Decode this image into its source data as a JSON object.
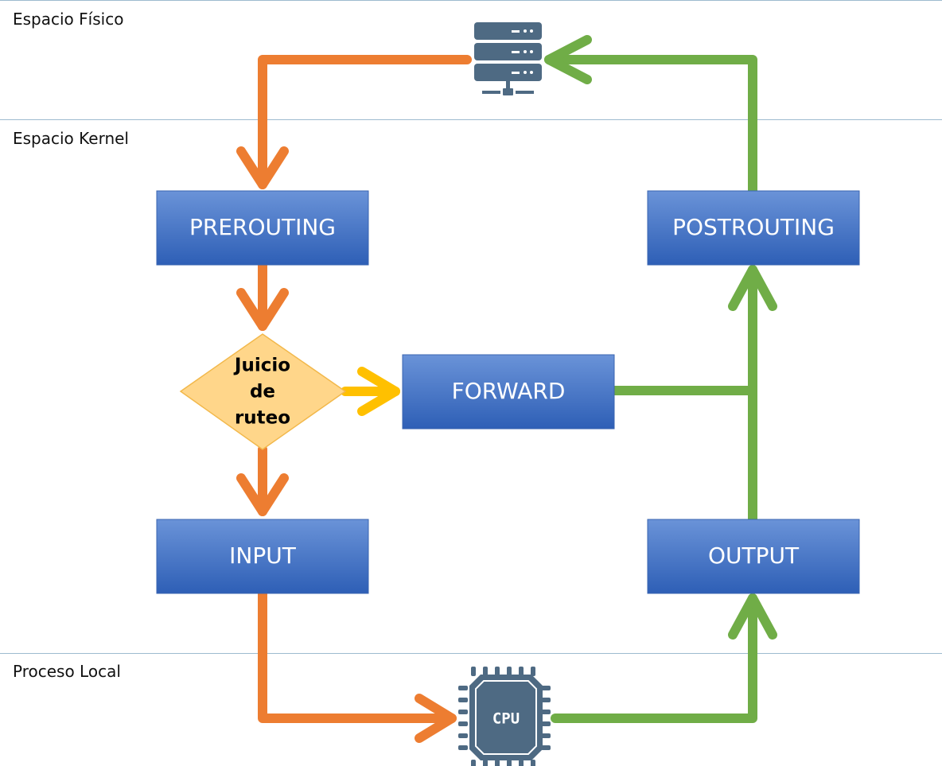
{
  "zones": {
    "physical": "Espacio Físico",
    "kernel": "Espacio Kernel",
    "local": "Proceso Local"
  },
  "nodes": {
    "prerouting": "PREROUTING",
    "postrouting": "POSTROUTING",
    "forward": "FORWARD",
    "input": "INPUT",
    "output": "OUTPUT",
    "decision": [
      "Juicio",
      "de",
      "ruteo"
    ],
    "cpu": "CPU"
  },
  "icons": {
    "server": "server-icon",
    "cpu": "cpu-chip-icon"
  },
  "colors": {
    "incoming_arrow": "#ED7D31",
    "outgoing_arrow": "#70AD47",
    "decision_arrow": "#FFC000",
    "box_top": "#6A93D8",
    "box_bottom": "#2E5FB6",
    "decision_fill": "#FFD68A",
    "icon": "#4E6A83"
  }
}
